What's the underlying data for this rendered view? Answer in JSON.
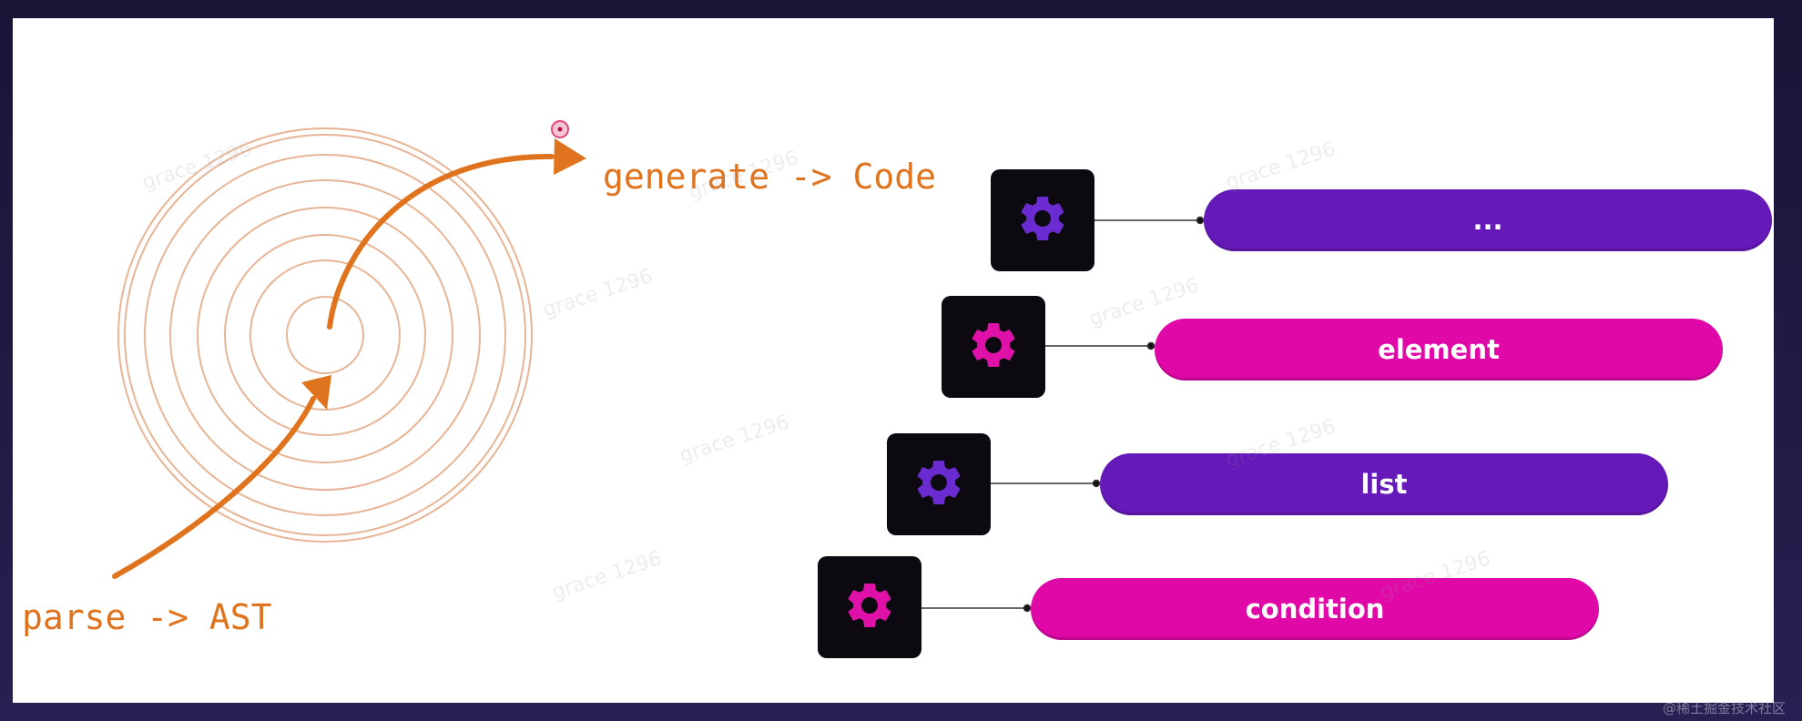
{
  "labels": {
    "parse": "parse -> AST",
    "generate": "generate -> Code"
  },
  "stack": [
    {
      "label": "...",
      "variant": "purple",
      "gear_color": "#6a2bd0"
    },
    {
      "label": "element",
      "variant": "magenta",
      "gear_color": "#e011a8"
    },
    {
      "label": "list",
      "variant": "purple",
      "gear_color": "#6a2bd0"
    },
    {
      "label": "condition",
      "variant": "magenta",
      "gear_color": "#e011a8"
    }
  ],
  "colors": {
    "accent_orange": "#e0741e",
    "ring": "#e7b596",
    "pill_purple": "#6519b8",
    "pill_magenta": "#e009a8",
    "tile_bg": "#0c0a10"
  },
  "watermark": "grace 1296",
  "footer": "@稀土掘金技术社区"
}
